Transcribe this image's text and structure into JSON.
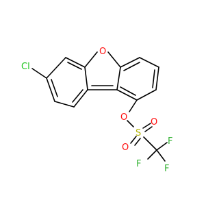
{
  "molecule": {
    "atom_labels": {
      "oxygen_ring": "O",
      "chlorine": "Cl",
      "oxygen_ester": "O",
      "sulfur": "S",
      "oxygen_sulfonyl_1": "O",
      "oxygen_sulfonyl_2": "O",
      "fluorine_1": "F",
      "fluorine_2": "F",
      "fluorine_3": "F"
    },
    "colors": {
      "bond": "#000000",
      "oxygen": "#ff0d0d",
      "chlorine": "#1fc31f",
      "sulfur": "#b2b200",
      "fluorine": "#33b233",
      "background": "#ffffff"
    }
  }
}
